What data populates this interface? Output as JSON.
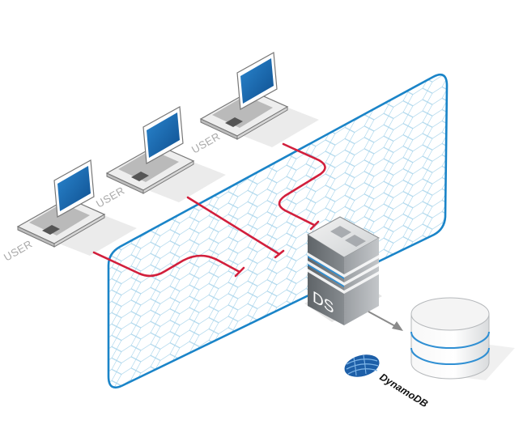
{
  "users": [
    {
      "label": "USER"
    },
    {
      "label": "USER"
    },
    {
      "label": "USER"
    }
  ],
  "server": {
    "label": "DS"
  },
  "database": {
    "brand": "DynamoDB"
  },
  "colors": {
    "firewall_stroke": "#1a84c8",
    "hex_mesh": "#9fcfe8",
    "connection": "#d21f3c",
    "screen": "#1b6fb8",
    "server_body": "#6f7478",
    "arrow": "#8a8a8a",
    "db_stripe": "#2f8fd3"
  }
}
